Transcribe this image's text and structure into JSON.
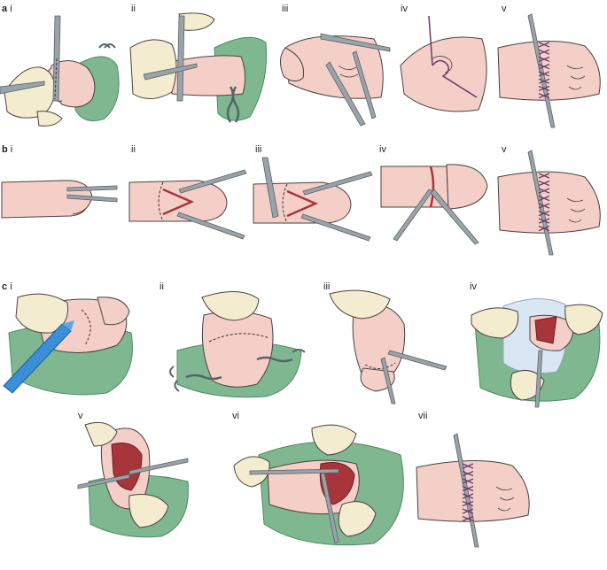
{
  "figure": {
    "rows": [
      {
        "id": "a",
        "row_label": "a",
        "panel_labels": [
          "i",
          "ii",
          "iii",
          "iv",
          "v"
        ]
      },
      {
        "id": "b",
        "row_label": "b",
        "panel_labels": [
          "i",
          "ii",
          "iii",
          "iv",
          "v"
        ]
      },
      {
        "id": "c",
        "row_label": "c",
        "panel_labels": [
          "i",
          "ii",
          "iii",
          "iv",
          "v",
          "vi",
          "vii"
        ]
      }
    ]
  },
  "colors": {
    "skin": "#f4cfc8",
    "skin_dark": "#e8b5ad",
    "glove": "#f3eccf",
    "drape": "#7fb890",
    "drape_light": "#a9d1b2",
    "steel": "#9aa3a8",
    "steel_dark": "#5a6268",
    "suture": "#6b3a68",
    "wound": "#a7353a",
    "pen": "#3a8fd6",
    "paper": "#d8e7f3",
    "outline": "#4a4040"
  }
}
